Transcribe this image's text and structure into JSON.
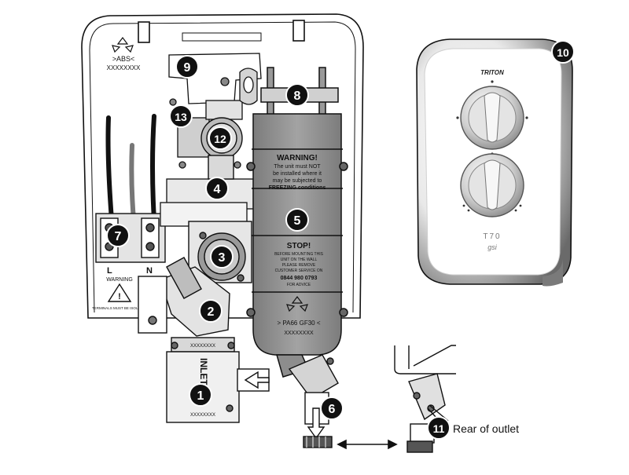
{
  "unit_labels": {
    "abs_mark": ">ABS<",
    "abs_code": "XXXXXXXX",
    "terminal_l": "L",
    "terminal_n": "N",
    "warning_small": "WARNING",
    "warning_small_body": "TERMINALS MUST BE ISOLATED",
    "tank_warning_title": "WARNING!",
    "tank_warning_line1": "The unit must NOT",
    "tank_warning_line2": "be installed where it",
    "tank_warning_line3": "may be subjected to",
    "tank_warning_line4": "FREEZING conditions",
    "tank_stop_title": "STOP!",
    "tank_stop_line1": "BEFORE MOUNTING THIS",
    "tank_stop_line2": "UNIT ON THE WALL",
    "tank_stop_line3": "PLEASE REMOVE",
    "tank_stop_line4": "CUSTOMER SERVICE ON",
    "tank_stop_phone": "0844 980 0793",
    "tank_stop_line5": "FOR ADVICE",
    "tank_material": "> PA66 GF30 <",
    "tank_code": "XXXXXXXX",
    "inlet_label": "INLET",
    "inlet_code_top": "XXXXXXXX",
    "inlet_code_bottom": "XXXXXXXX"
  },
  "cover_labels": {
    "brand": "TRITON",
    "model": "T70",
    "signature": "gsi"
  },
  "rear_outlet_label": "Rear of outlet",
  "callouts": [
    {
      "id": "c1",
      "number": "1"
    },
    {
      "id": "c2",
      "number": "2"
    },
    {
      "id": "c3",
      "number": "3"
    },
    {
      "id": "c4",
      "number": "4"
    },
    {
      "id": "c5",
      "number": "5"
    },
    {
      "id": "c6",
      "number": "6"
    },
    {
      "id": "c7",
      "number": "7"
    },
    {
      "id": "c8",
      "number": "8"
    },
    {
      "id": "c9",
      "number": "9"
    },
    {
      "id": "c10",
      "number": "10"
    },
    {
      "id": "c11",
      "number": "11"
    },
    {
      "id": "c12",
      "number": "12"
    },
    {
      "id": "c13",
      "number": "13"
    }
  ],
  "colors": {
    "line": "#111111",
    "tank_fill": "#8f8f8f",
    "part_light": "#d6d6d6",
    "part_mid": "#a8a8a8",
    "callout_fill": "#111111"
  }
}
